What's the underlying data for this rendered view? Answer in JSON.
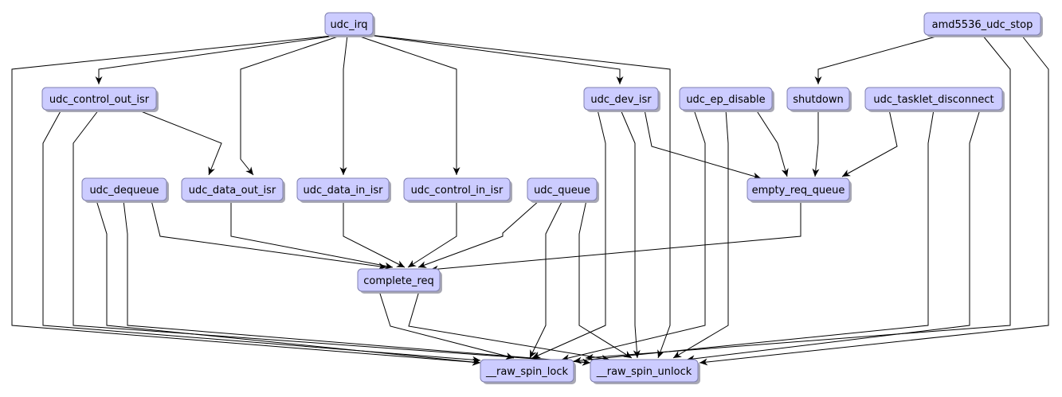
{
  "diagram": {
    "type": "call-graph",
    "colors": {
      "node_fill": "#ccccff",
      "node_border": "#8080b0",
      "edge": "#000000",
      "background": "#ffffff"
    },
    "nodes": [
      {
        "id": "udc_irq",
        "label": "udc_irq"
      },
      {
        "id": "amd5536_udc_stop",
        "label": "amd5536_udc_stop"
      },
      {
        "id": "udc_control_out_isr",
        "label": "udc_control_out_isr"
      },
      {
        "id": "udc_dev_isr",
        "label": "udc_dev_isr"
      },
      {
        "id": "udc_ep_disable",
        "label": "udc_ep_disable"
      },
      {
        "id": "shutdown",
        "label": "shutdown"
      },
      {
        "id": "udc_tasklet_disconnect",
        "label": "udc_tasklet_disconnect"
      },
      {
        "id": "udc_dequeue",
        "label": "udc_dequeue"
      },
      {
        "id": "udc_data_out_isr",
        "label": "udc_data_out_isr"
      },
      {
        "id": "udc_data_in_isr",
        "label": "udc_data_in_isr"
      },
      {
        "id": "udc_control_in_isr",
        "label": "udc_control_in_isr"
      },
      {
        "id": "udc_queue",
        "label": "udc_queue"
      },
      {
        "id": "empty_req_queue",
        "label": "empty_req_queue"
      },
      {
        "id": "complete_req",
        "label": "complete_req"
      },
      {
        "id": "raw_spin_lock",
        "label": "__raw_spin_lock"
      },
      {
        "id": "raw_spin_unlock",
        "label": "__raw_spin_unlock"
      }
    ],
    "edges": [
      {
        "from": "udc_irq",
        "to": "raw_spin_lock"
      },
      {
        "from": "udc_irq",
        "to": "udc_control_out_isr"
      },
      {
        "from": "udc_irq",
        "to": "udc_data_out_isr"
      },
      {
        "from": "udc_irq",
        "to": "udc_data_in_isr"
      },
      {
        "from": "udc_irq",
        "to": "udc_control_in_isr"
      },
      {
        "from": "udc_irq",
        "to": "udc_dev_isr"
      },
      {
        "from": "udc_irq",
        "to": "raw_spin_unlock"
      },
      {
        "from": "amd5536_udc_stop",
        "to": "shutdown"
      },
      {
        "from": "amd5536_udc_stop",
        "to": "raw_spin_lock"
      },
      {
        "from": "amd5536_udc_stop",
        "to": "raw_spin_unlock"
      },
      {
        "from": "udc_control_out_isr",
        "to": "raw_spin_lock"
      },
      {
        "from": "udc_control_out_isr",
        "to": "raw_spin_unlock"
      },
      {
        "from": "udc_control_out_isr",
        "to": "udc_data_out_isr"
      },
      {
        "from": "udc_dev_isr",
        "to": "raw_spin_lock"
      },
      {
        "from": "udc_dev_isr",
        "to": "raw_spin_unlock"
      },
      {
        "from": "udc_dev_isr",
        "to": "empty_req_queue"
      },
      {
        "from": "udc_ep_disable",
        "to": "raw_spin_lock"
      },
      {
        "from": "udc_ep_disable",
        "to": "raw_spin_unlock"
      },
      {
        "from": "udc_ep_disable",
        "to": "empty_req_queue"
      },
      {
        "from": "shutdown",
        "to": "empty_req_queue"
      },
      {
        "from": "udc_tasklet_disconnect",
        "to": "empty_req_queue"
      },
      {
        "from": "udc_tasklet_disconnect",
        "to": "raw_spin_lock"
      },
      {
        "from": "udc_tasklet_disconnect",
        "to": "raw_spin_unlock"
      },
      {
        "from": "udc_dequeue",
        "to": "raw_spin_lock"
      },
      {
        "from": "udc_dequeue",
        "to": "raw_spin_unlock"
      },
      {
        "from": "udc_dequeue",
        "to": "complete_req"
      },
      {
        "from": "udc_data_out_isr",
        "to": "complete_req"
      },
      {
        "from": "udc_data_in_isr",
        "to": "complete_req"
      },
      {
        "from": "udc_control_in_isr",
        "to": "complete_req"
      },
      {
        "from": "udc_queue",
        "to": "complete_req"
      },
      {
        "from": "udc_queue",
        "to": "raw_spin_lock"
      },
      {
        "from": "udc_queue",
        "to": "raw_spin_unlock"
      },
      {
        "from": "empty_req_queue",
        "to": "complete_req"
      },
      {
        "from": "complete_req",
        "to": "raw_spin_lock"
      },
      {
        "from": "complete_req",
        "to": "raw_spin_unlock"
      }
    ]
  }
}
